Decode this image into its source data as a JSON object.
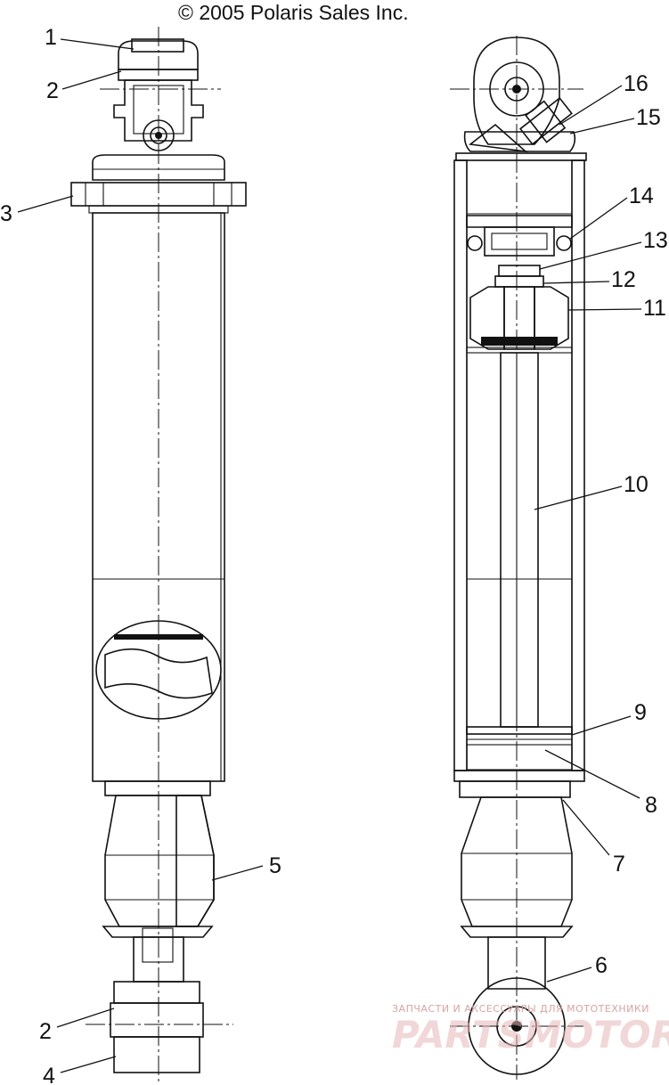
{
  "copyright": "© 2005 Polaris Sales Inc.",
  "callouts": {
    "c1": "1",
    "c2_top": "2",
    "c3": "3",
    "c5": "5",
    "c2_bottom": "2",
    "c4": "4",
    "c16": "16",
    "c15": "15",
    "c14": "14",
    "c13": "13",
    "c12": "12",
    "c11": "11",
    "c10": "10",
    "c9": "9",
    "c8": "8",
    "c7": "7",
    "c6": "6"
  },
  "watermark": {
    "tagline": "ЗАПЧАСТИ И АКСЕССУАРЫ ДЛЯ МОТОТЕХНИКИ",
    "brand": "PARTSMOTOR.RU"
  }
}
